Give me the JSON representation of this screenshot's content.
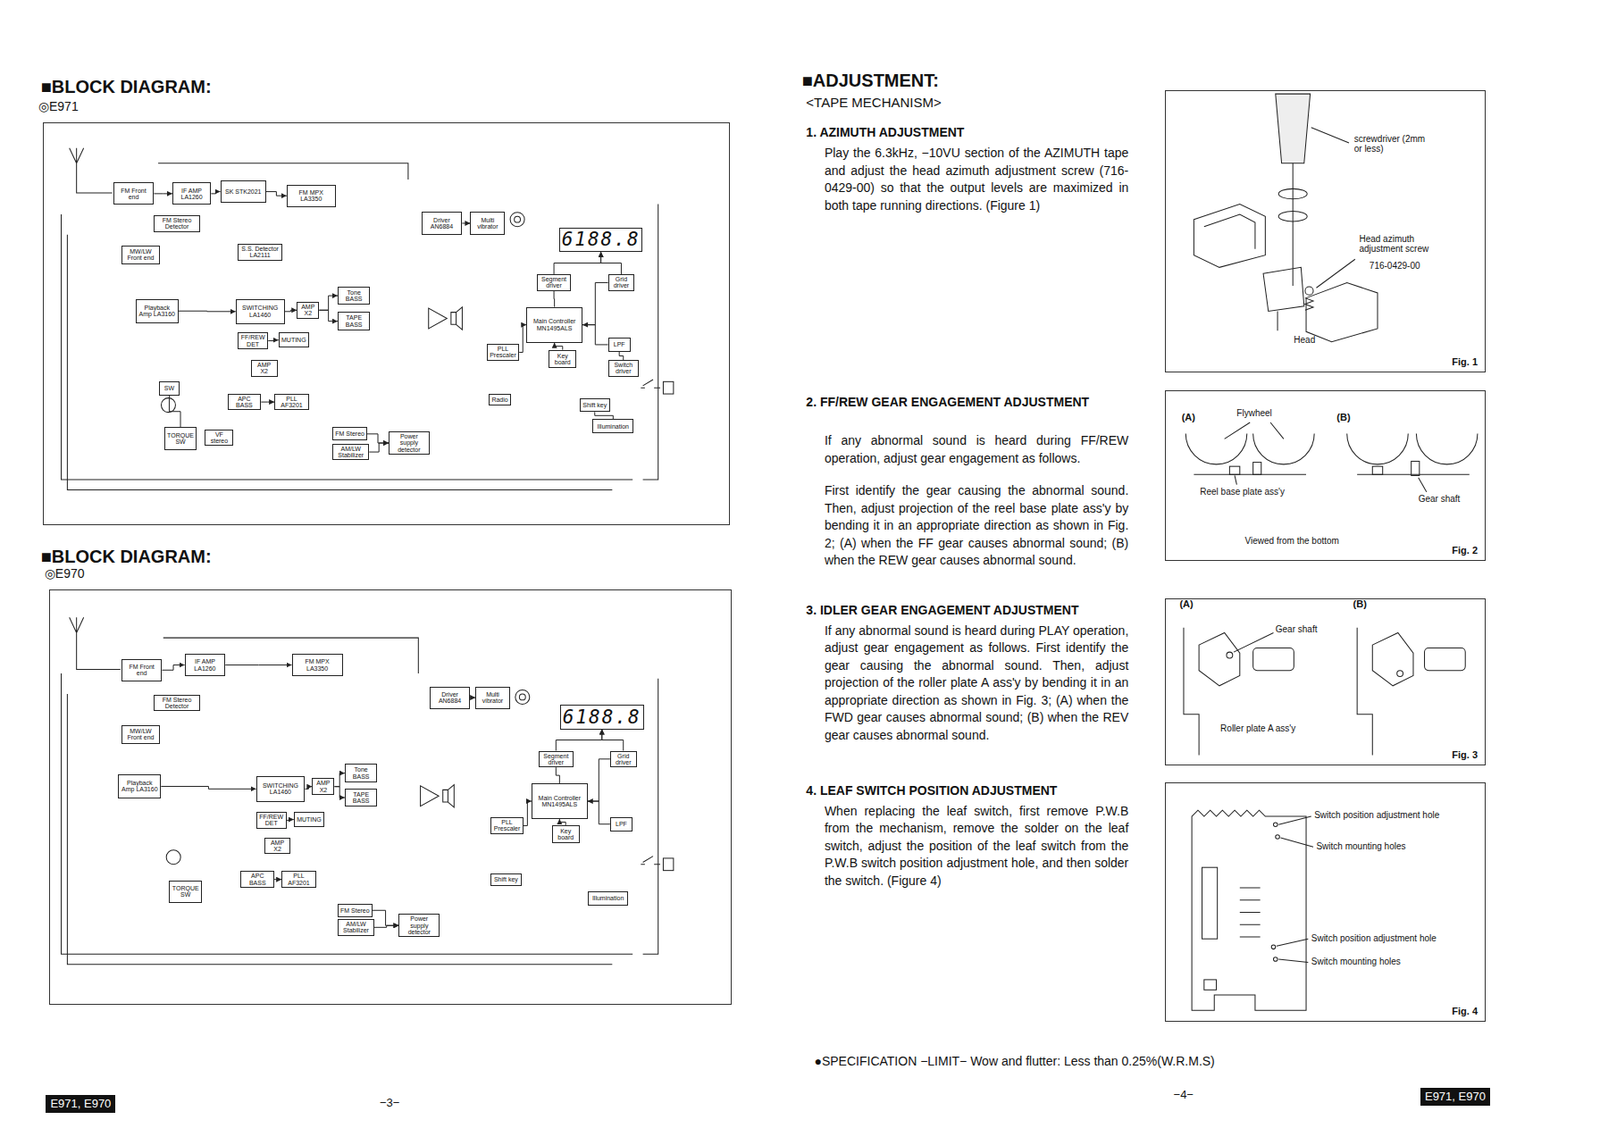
{
  "diagram": {
    "nodes": [
      {
        "text": [
          "◎E971"
        ]
      },
      {
        "text": [
          "FM Front end"
        ],
        "in": 0
      },
      {
        "text": [
          "IF AMP LA1260"
        ],
        "in": 0
      },
      {
        "text": [
          "SK STK2021"
        ],
        "in": 0
      },
      {
        "text": [
          "FM MPX LA3350"
        ],
        "in": 0
      },
      {
        "text": [
          "FM Stereo Detector"
        ],
        "in": 0
      },
      {
        "text": [
          "MW/LW Front end"
        ],
        "in": 0
      },
      {
        "text": [
          "S.S. Detector LA2111"
        ],
        "in": 0
      },
      {
        "text": [
          "Driver AN6884"
        ],
        "in": 0
      },
      {
        "text": [
          "Multi vibrator"
        ],
        "in": 0
      },
      {
        "text": [
          "6188.8"
        ],
        "in": 0
      },
      {
        "text": [
          "Segment driver"
        ],
        "in": 0
      },
      {
        "text": [
          "Grid driver"
        ],
        "in": 0
      },
      {
        "text": [
          "Main Controller MN1495ALS"
        ],
        "in": 0
      },
      {
        "text": [
          "PLL Prescaler"
        ],
        "in": 0
      },
      {
        "text": [
          "Key board"
        ],
        "in": 0
      },
      {
        "text": [
          "LPF"
        ],
        "in": 0
      },
      {
        "text": [
          "Switch driver"
        ],
        "in": 0
      },
      {
        "text": [
          "Playback Amp LA3160"
        ],
        "in": 0
      },
      {
        "text": [
          "SWITCHING LA1460"
        ],
        "in": 0
      },
      {
        "text": [
          "AMP X2"
        ],
        "in": 0
      },
      {
        "text": [
          "Tone BASS"
        ],
        "in": 0
      },
      {
        "text": [
          "TAPE BASS"
        ],
        "in": 0
      },
      {
        "text": [
          "FF/REW DET"
        ],
        "in": 0
      },
      {
        "text": [
          "MUTING"
        ],
        "in": 0
      },
      {
        "text": [
          "AMP X2"
        ],
        "in": 0
      },
      {
        "text": [
          "APC BASS"
        ],
        "in": 0
      },
      {
        "text": [
          "PLL AF3201"
        ],
        "in": 0
      },
      {
        "text": [
          "SW"
        ],
        "in": 0
      },
      {
        "text": [
          "TORQUE SW"
        ],
        "in": 0
      },
      {
        "text": [
          "VF stereo"
        ],
        "in": 0
      },
      {
        "text": [
          "FM Stereo"
        ],
        "in": 0
      },
      {
        "text": [
          "AM/LW Stabilizer"
        ],
        "in": 0
      },
      {
        "text": [
          "Power supply detector"
        ],
        "in": 0
      },
      {
        "text": [
          "Radio"
        ],
        "in": 0
      },
      {
        "text": [
          "Shift key"
        ],
        "in": 0
      },
      {
        "text": [
          "Illumination"
        ],
        "in": 0
      },
      {
        "text": [
          "◎E970"
        ]
      },
      {
        "text": [
          "FM Front end"
        ],
        "in": 37
      },
      {
        "text": [
          "IF AMP LA1260"
        ],
        "in": 37
      },
      {
        "text": [
          "FM MPX LA3350"
        ],
        "in": 37
      },
      {
        "text": [
          "FM Stereo Detector"
        ],
        "in": 37
      },
      {
        "text": [
          "MW/LW Front end"
        ],
        "in": 37
      },
      {
        "text": [
          "Driver AN6884"
        ],
        "in": 37
      },
      {
        "text": [
          "Multi vibrator"
        ],
        "in": 37
      },
      {
        "text": [
          "6188.8"
        ],
        "in": 37
      },
      {
        "text": [
          "Segment driver"
        ],
        "in": 37
      },
      {
        "text": [
          "Grid driver"
        ],
        "in": 37
      },
      {
        "text": [
          "Main Controller MN1495ALS"
        ],
        "in": 37
      },
      {
        "text": [
          "PLL Prescaler"
        ],
        "in": 37
      },
      {
        "text": [
          "Key board"
        ],
        "in": 37
      },
      {
        "text": [
          "LPF"
        ],
        "in": 37
      },
      {
        "text": [
          "Playback Amp LA3160"
        ],
        "in": 37
      },
      {
        "text": [
          "SWITCHING LA1460"
        ],
        "in": 37
      },
      {
        "text": [
          "AMP X2"
        ],
        "in": 37
      },
      {
        "text": [
          "Tone BASS"
        ],
        "in": 37
      },
      {
        "text": [
          "TAPE BASS"
        ],
        "in": 37
      },
      {
        "text": [
          "FF/REW DET"
        ],
        "in": 37
      },
      {
        "text": [
          "MUTING"
        ],
        "in": 37
      },
      {
        "text": [
          "AMP X2"
        ],
        "in": 37
      },
      {
        "text": [
          "APC BASS"
        ],
        "in": 37
      },
      {
        "text": [
          "PLL AF3201"
        ],
        "in": 37
      },
      {
        "text": [
          "TORQUE SW"
        ],
        "in": 37
      },
      {
        "text": [
          "FM Stereo"
        ],
        "in": 37
      },
      {
        "text": [
          "AM/LW Stabilizer"
        ],
        "in": 37
      },
      {
        "text": [
          "Power supply detector"
        ],
        "in": 37
      },
      {
        "text": [
          "Shift key"
        ],
        "in": 37
      },
      {
        "text": [
          "Illumination"
        ],
        "in": 37
      },
      {
        "text": [
          "Fig. 1"
        ]
      },
      {
        "text": [
          "Fig. 2"
        ]
      },
      {
        "text": [
          "Fig. 3"
        ]
      },
      {
        "text": [
          "Fig. 4"
        ]
      }
    ],
    "edges": [
      {
        "from": 1,
        "to": 2,
        "arrow": "to"
      },
      {
        "from": 2,
        "to": 3,
        "arrow": "to"
      },
      {
        "from": 3,
        "to": 4,
        "arrow": "to"
      },
      {
        "from": 8,
        "to": 9,
        "arrow": "to"
      },
      {
        "from": 11,
        "to": 10,
        "arrow": "to"
      },
      {
        "from": 12,
        "to": 10,
        "arrow": "to"
      },
      {
        "from": 11,
        "to": 13,
        "arrow": "none"
      },
      {
        "from": 12,
        "to": 13,
        "arrow": "none"
      },
      {
        "from": 14,
        "to": 13,
        "arrow": "to"
      },
      {
        "from": 15,
        "to": 13,
        "arrow": "to"
      },
      {
        "from": 16,
        "to": 13,
        "arrow": "to"
      },
      {
        "from": 17,
        "to": 16,
        "arrow": "none"
      },
      {
        "from": 18,
        "to": 19,
        "arrow": "to"
      },
      {
        "from": 19,
        "to": 20,
        "arrow": "to"
      },
      {
        "from": 20,
        "to": 21,
        "arrow": "to"
      },
      {
        "from": 20,
        "to": 22,
        "arrow": "to"
      },
      {
        "from": 23,
        "to": 24,
        "arrow": "to"
      },
      {
        "from": 26,
        "to": 27,
        "arrow": "to"
      },
      {
        "from": 28,
        "to": 29,
        "arrow": "none"
      },
      {
        "from": 31,
        "to": 33,
        "arrow": "to"
      },
      {
        "from": 32,
        "to": 33,
        "arrow": "to"
      },
      {
        "from": 35,
        "to": 36,
        "arrow": "none"
      },
      {
        "from": 38,
        "to": 39,
        "arrow": "to"
      },
      {
        "from": 39,
        "to": 40,
        "arrow": "to"
      },
      {
        "from": 43,
        "to": 44,
        "arrow": "to"
      },
      {
        "from": 46,
        "to": 45,
        "arrow": "to"
      },
      {
        "from": 47,
        "to": 45,
        "arrow": "to"
      },
      {
        "from": 46,
        "to": 48,
        "arrow": "none"
      },
      {
        "from": 47,
        "to": 48,
        "arrow": "none"
      },
      {
        "from": 49,
        "to": 48,
        "arrow": "to"
      },
      {
        "from": 50,
        "to": 48,
        "arrow": "to"
      },
      {
        "from": 51,
        "to": 48,
        "arrow": "to"
      },
      {
        "from": 52,
        "to": 53,
        "arrow": "to"
      },
      {
        "from": 53,
        "to": 54,
        "arrow": "to"
      },
      {
        "from": 54,
        "to": 55,
        "arrow": "to"
      },
      {
        "from": 54,
        "to": 56,
        "arrow": "to"
      },
      {
        "from": 57,
        "to": 58,
        "arrow": "to"
      },
      {
        "from": 60,
        "to": 61,
        "arrow": "to"
      },
      {
        "from": 63,
        "to": 65,
        "arrow": "to"
      },
      {
        "from": 64,
        "to": 65,
        "arrow": "to"
      }
    ],
    "labels": [
      "■BLOCK DIAGRAM:",
      "■BLOCK DIAGRAM:",
      "■ADJUSTMENT:",
      "<TAPE MECHANISM>",
      "1. AZIMUTH ADJUSTMENT",
      "Play the 6.3kHz, −10VU section of the AZIMUTH tape and adjust the head azimuth adjustment screw (716-0429-00) so that the output levels are maximized in both tape running directions. (Figure 1)",
      "2. FF/REW GEAR ENGAGEMENT ADJUSTMENT",
      "If any abnormal sound is heard during FF/REW operation, adjust gear engagement as follows.",
      "First identify the gear causing the abnormal sound. Then, adjust projection of the reel base plate ass'y by bending it in an appropriate direction as shown in Fig. 2; (A) when the FF gear causes abnormal sound; (B) when the REW gear causes abnormal sound.",
      "3. IDLER GEAR ENGAGEMENT ADJUSTMENT",
      "If any abnormal sound is heard during PLAY operation, adjust gear engagement as follows. First identify the gear causing the abnormal sound. Then, adjust projection of the roller plate A ass'y by bending it in an appropriate direction as shown in Fig. 3; (A) when the FWD gear causes abnormal sound; (B) when the REV gear causes abnormal sound.",
      "4. LEAF SWITCH POSITION ADJUSTMENT",
      "When replacing the leaf switch, first remove P.W.B from the mechanism, remove the solder on the leaf switch, adjust the position of the leaf switch from the P.W.B switch position adjustment hole, and then solder the switch. (Figure 4)",
      "screwdriver (2mm or less)",
      "Head azimuth adjustment screw",
      "716-0429-00",
      "Head",
      "(A)",
      "Flywheel",
      "(B)",
      "Reel base plate ass'y",
      "Gear shaft",
      "Viewed from the bottom",
      "(A)",
      "(B)",
      "Gear shaft",
      "Roller plate A ass'y",
      "Switch position adjustment hole",
      "Switch mounting holes",
      "Switch position adjustment hole",
      "Switch mounting holes",
      "●SPECIFICATION −LIMIT− Wow and flutter: Less than 0.25%(W.R.M.S)",
      "E971, E970",
      "−3−",
      "−4−",
      "E971, E970"
    ]
  }
}
